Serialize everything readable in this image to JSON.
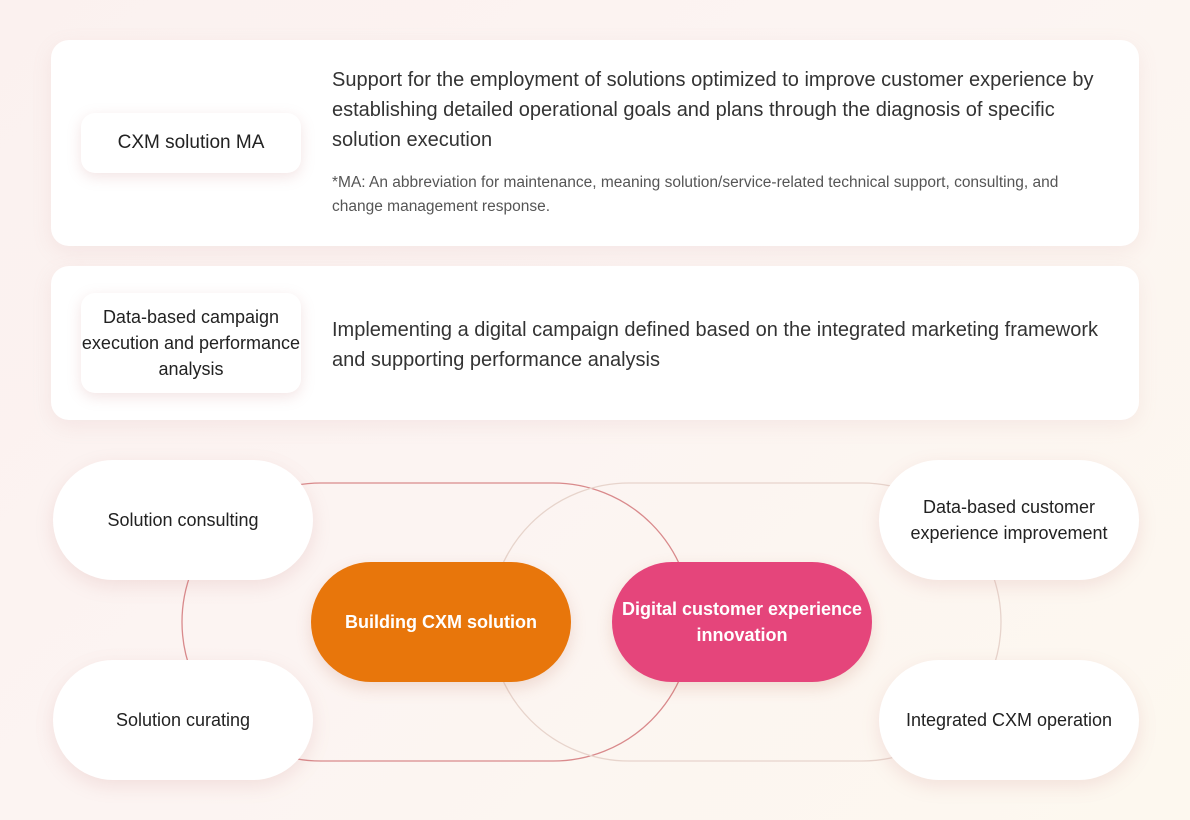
{
  "colors": {
    "accent_orange": "#e8760b",
    "accent_pink": "#e5457b",
    "ring_orange": "#d98a8c",
    "ring_pink": "#e7d4cc"
  },
  "cards": [
    {
      "label": "CXM solution MA",
      "description": "Support for the employment of solutions optimized to improve customer experience by establishing detailed operational goals and plans through the diagnosis of specific solution execution",
      "note": "*MA: An abbreviation for maintenance, meaning solution/service-related technical support, consulting, and change management response."
    },
    {
      "label": "Data-based campaign execution and performance analysis",
      "description": "Implementing a digital campaign defined based on the integrated marketing framework and supporting performance analysis"
    }
  ],
  "diagram": {
    "left_center": "Building CXM solution",
    "right_center": "Digital customer experience innovation",
    "left_top": "Solution consulting",
    "left_bottom": "Solution curating",
    "right_top": "Data-based customer experience improvement",
    "right_bottom": "Integrated CXM operation"
  }
}
